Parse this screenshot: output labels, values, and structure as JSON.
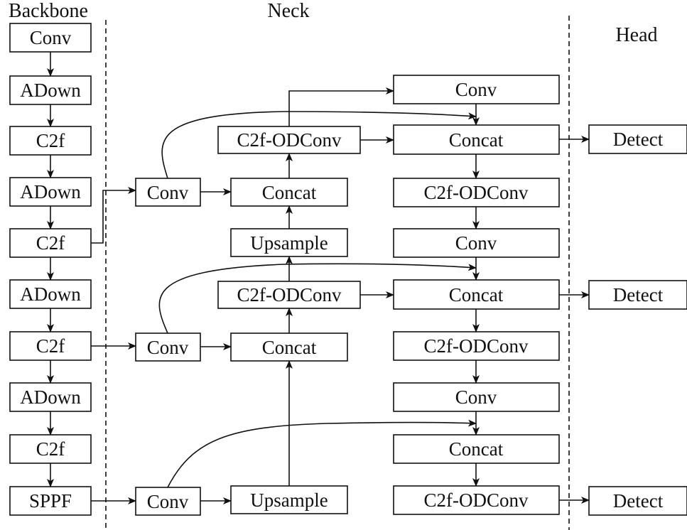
{
  "sections": {
    "backbone": "Backbone",
    "neck": "Neck",
    "head": "Head"
  },
  "backbone": {
    "b1": "Conv",
    "b2": "ADown",
    "b3": "C2f",
    "b4": "ADown",
    "b5": "C2f",
    "b6": "ADown",
    "b7": "C2f",
    "b8": "ADown",
    "b9": "C2f",
    "b10": "SPPF"
  },
  "neck": {
    "n_conv_top": "Conv",
    "n_concat_top": "Concat",
    "n_c2f_top": "C2f-ODConv",
    "n_upsample_top": "Upsample",
    "n_c2f_mid": "C2f-ODConv",
    "n_conv_mid": "Conv",
    "n_concat_mid": "Concat",
    "n_conv_bot": "Conv",
    "n_upsample_bot": "Upsample",
    "p_conv1": "Conv",
    "p_concat1": "Concat",
    "p_c2f1": "C2f-ODConv",
    "p_conv2": "Conv",
    "p_concat2": "Concat",
    "p_c2f2": "C2f-ODConv",
    "p_conv3": "Conv",
    "p_concat3": "Concat",
    "p_c2f3": "C2f-ODConv"
  },
  "head": {
    "d1": "Detect",
    "d2": "Detect",
    "d3": "Detect"
  }
}
